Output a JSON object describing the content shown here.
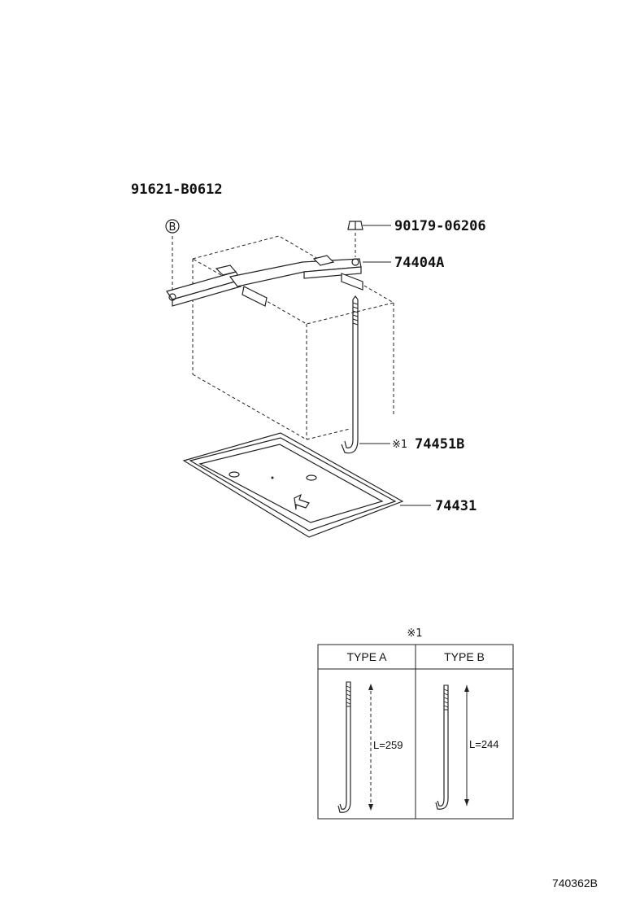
{
  "parts": {
    "p1": "91621-B0612",
    "p1_marker": "B",
    "p2": "90179-06206",
    "p3": "74404A",
    "p4_mark": "※1",
    "p4": "74451B",
    "p5": "74431"
  },
  "table": {
    "note_mark": "※1",
    "col_a": "TYPE A",
    "col_b": "TYPE B",
    "len_a": "L=259",
    "len_b": "L=244"
  },
  "diagram_code": "740362B"
}
